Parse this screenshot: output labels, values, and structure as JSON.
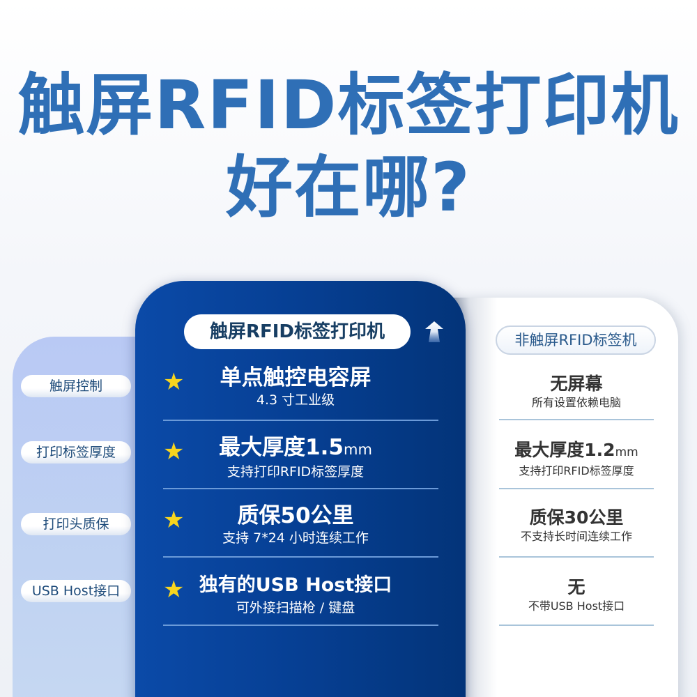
{
  "title": {
    "line1": "触屏RFID标签打印机",
    "line2": "好在哪?"
  },
  "colors": {
    "title": "#2f6fb6",
    "center_bg": "#063f93",
    "star": "#f7d51e",
    "left_bg": "#bfd2f2"
  },
  "left": {
    "items": [
      {
        "label": "触屏控制"
      },
      {
        "label": "打印标签厚度"
      },
      {
        "label": "打印头质保"
      },
      {
        "label": "USB Host接口"
      }
    ]
  },
  "center": {
    "header": "触屏RFID标签打印机",
    "icon": "arrow-up-icon",
    "rows": [
      {
        "main": "单点触控电容屏",
        "unit": "",
        "sub": "4.3 寸工业级"
      },
      {
        "main": "最大厚度1.5",
        "unit": "mm",
        "sub": "支持打印RFID标签厚度"
      },
      {
        "main": "质保50公里",
        "unit": "",
        "sub": "支持 7*24 小时连续工作"
      },
      {
        "main": "独有的USB Host接口",
        "unit": "",
        "sub": "可外接扫描枪 / 键盘"
      }
    ]
  },
  "right": {
    "header": "非触屏RFID标签机",
    "rows": [
      {
        "main": "无屏幕",
        "unit": "",
        "sub": "所有设置依赖电脑"
      },
      {
        "main": "最大厚度1.2",
        "unit": "mm",
        "sub": "支持打印RFID标签厚度"
      },
      {
        "main": "质保30公里",
        "unit": "",
        "sub": "不支持长时间连续工作"
      },
      {
        "main": "无",
        "unit": "",
        "sub": "不带USB Host接口"
      }
    ]
  }
}
